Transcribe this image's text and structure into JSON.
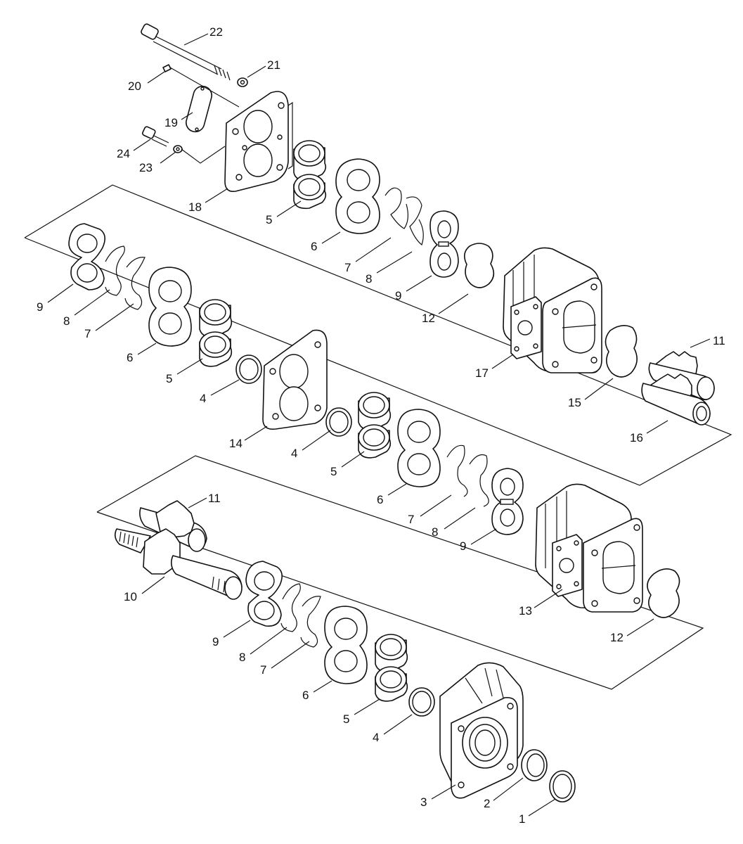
{
  "callouts": {
    "c1": "1",
    "c2": "2",
    "c3": "3",
    "c4a": "4",
    "c4b": "4",
    "c4c": "4",
    "c5a": "5",
    "c5b": "5",
    "c5c": "5",
    "c5d": "5",
    "c6a": "6",
    "c6b": "6",
    "c6c": "6",
    "c6d": "6",
    "c7a": "7",
    "c7b": "7",
    "c7c": "7",
    "c7d": "7",
    "c8a": "8",
    "c8b": "8",
    "c8c": "8",
    "c8d": "8",
    "c9a": "9",
    "c9b": "9",
    "c9c": "9",
    "c9d": "9",
    "c10": "10",
    "c11a": "11",
    "c11b": "11",
    "c12a": "12",
    "c12b": "12",
    "c13": "13",
    "c14": "14",
    "c15": "15",
    "c16": "16",
    "c17": "17",
    "c18": "18",
    "c19": "19",
    "c20": "20",
    "c21": "21",
    "c22": "22",
    "c23": "23",
    "c24": "24"
  }
}
